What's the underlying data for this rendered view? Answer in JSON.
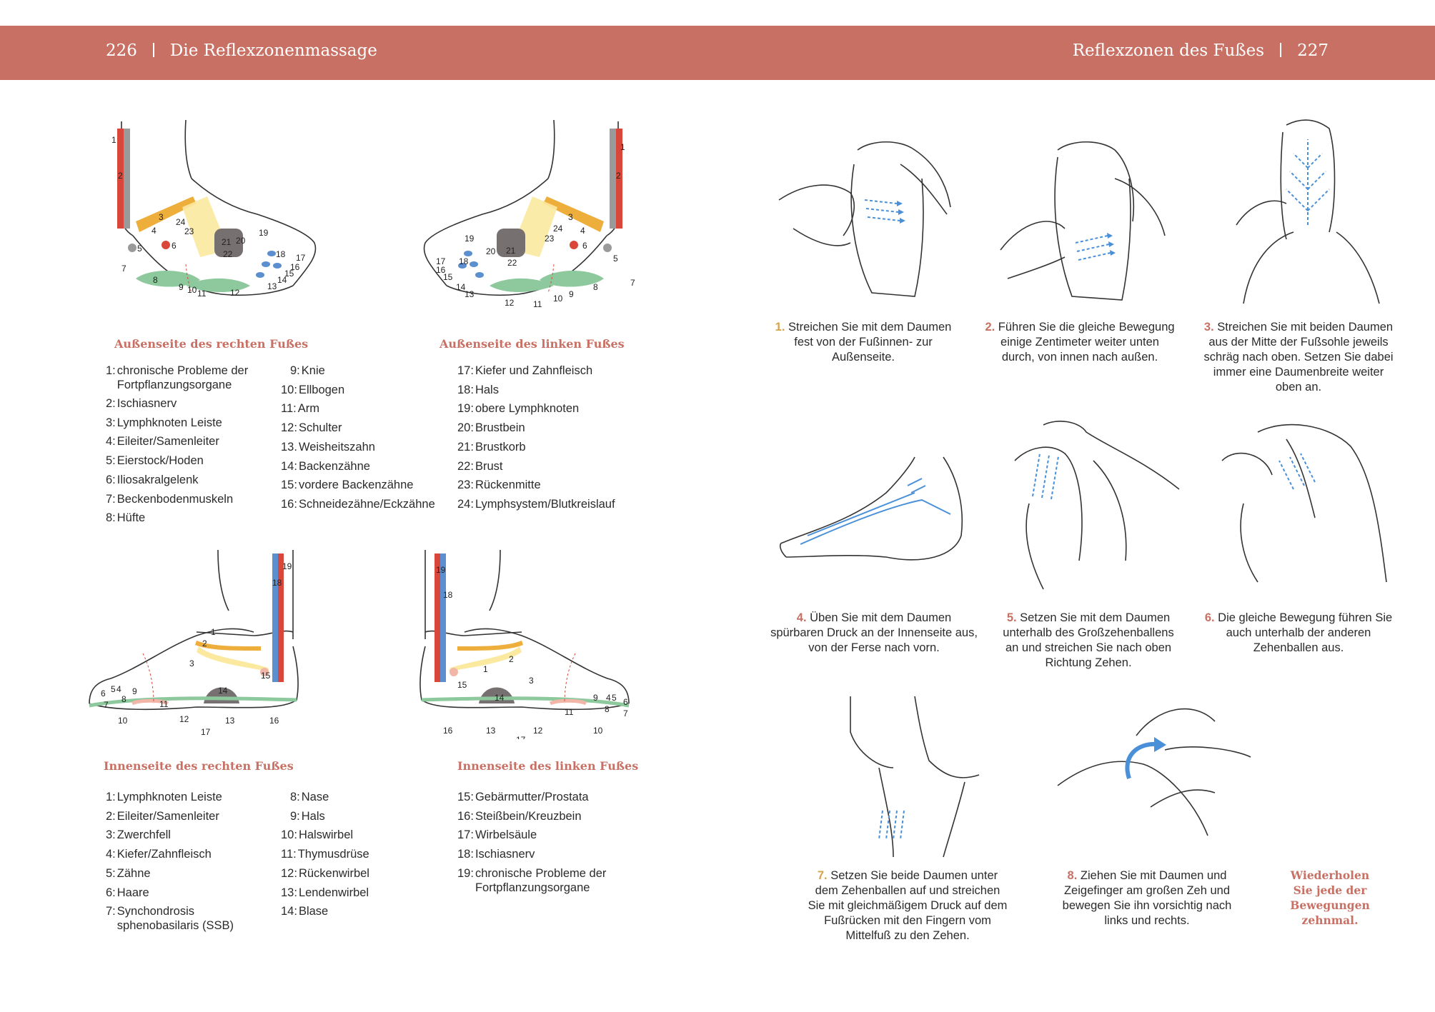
{
  "header": {
    "left_page": "226",
    "left_title": "Die Reflexzonenmassage",
    "right_title": "Reflexzonen des Fußes",
    "right_page": "227"
  },
  "outer": {
    "right_foot": {
      "title": "Außenseite des rechten Fußes",
      "col1": [
        {
          "n": "1:",
          "t": "chronische Probleme der Fortpflanzungsorgane"
        },
        {
          "n": "2:",
          "t": "Ischiasnerv"
        },
        {
          "n": "3:",
          "t": "Lymphknoten Leiste"
        },
        {
          "n": "4:",
          "t": "Eileiter/Samenleiter"
        },
        {
          "n": "5:",
          "t": "Eierstock/Hoden"
        },
        {
          "n": "6:",
          "t": "Iliosakralgelenk"
        },
        {
          "n": "7:",
          "t": "Beckenbodenmuskeln"
        },
        {
          "n": "8:",
          "t": "Hüfte"
        }
      ],
      "col2": [
        {
          "n": "9:",
          "t": "Knie"
        },
        {
          "n": "10:",
          "t": "Ellbogen"
        },
        {
          "n": "11:",
          "t": "Arm"
        },
        {
          "n": "12:",
          "t": "Schulter"
        },
        {
          "n": "13.",
          "t": "Weisheitszahn"
        },
        {
          "n": "14:",
          "t": "Backenzähne"
        },
        {
          "n": "15:",
          "t": "vordere Backenzähne"
        },
        {
          "n": "16:",
          "t": "Schneidezähne/Eckzähne"
        }
      ]
    },
    "left_foot": {
      "title": "Außenseite des linken Fußes",
      "col": [
        {
          "n": "17:",
          "t": "Kiefer und Zahnfleisch"
        },
        {
          "n": "18:",
          "t": "Hals"
        },
        {
          "n": "19:",
          "t": "obere Lymphknoten"
        },
        {
          "n": "20:",
          "t": "Brustbein"
        },
        {
          "n": "21:",
          "t": "Brustkorb"
        },
        {
          "n": "22:",
          "t": "Brust"
        },
        {
          "n": "23:",
          "t": "Rückenmitte"
        },
        {
          "n": "24:",
          "t": "Lymphsystem/Blutkreislauf"
        }
      ]
    }
  },
  "inner": {
    "right_foot": {
      "title": "Innenseite des rechten Fußes",
      "col1": [
        {
          "n": "1:",
          "t": "Lymphknoten Leiste"
        },
        {
          "n": "2:",
          "t": "Eileiter/Samenleiter"
        },
        {
          "n": "3:",
          "t": "Zwerchfell"
        },
        {
          "n": "4:",
          "t": "Kiefer/Zahnfleisch"
        },
        {
          "n": "5:",
          "t": "Zähne"
        },
        {
          "n": "6:",
          "t": "Haare"
        },
        {
          "n": "7:",
          "t": "Synchondrosis sphenobasilaris (SSB)"
        }
      ],
      "col2": [
        {
          "n": "8:",
          "t": "Nase"
        },
        {
          "n": "9:",
          "t": "Hals"
        },
        {
          "n": "10:",
          "t": "Halswirbel"
        },
        {
          "n": "11:",
          "t": "Thymusdrüse"
        },
        {
          "n": "12:",
          "t": "Rückenwirbel"
        },
        {
          "n": "13:",
          "t": "Lendenwirbel"
        },
        {
          "n": "14:",
          "t": "Blase"
        }
      ]
    },
    "left_foot": {
      "title": "Innenseite des linken Fußes",
      "col": [
        {
          "n": "15:",
          "t": "Gebärmutter/Prostata"
        },
        {
          "n": "16:",
          "t": "Steißbein/Kreuzbein"
        },
        {
          "n": "17:",
          "t": "Wirbelsäule"
        },
        {
          "n": "18:",
          "t": "Ischiasnerv"
        },
        {
          "n": "19:",
          "t": "chronische Probleme der Fortpflanzungsorgane"
        }
      ]
    }
  },
  "diagram_labels": {
    "outer_right": [
      "1",
      "2",
      "3",
      "4",
      "5",
      "6",
      "7",
      "8",
      "9",
      "10",
      "11",
      "12",
      "13",
      "14",
      "15",
      "16",
      "17",
      "18",
      "19",
      "20",
      "21",
      "22",
      "23",
      "24"
    ],
    "outer_left": [
      "1",
      "2",
      "3",
      "4",
      "5",
      "6",
      "7",
      "8",
      "9",
      "10",
      "11",
      "12",
      "13",
      "14",
      "15",
      "16",
      "17",
      "18",
      "19",
      "20",
      "21",
      "22",
      "23",
      "24"
    ],
    "inner_right": [
      "1",
      "2",
      "3",
      "4",
      "5",
      "6",
      "7",
      "8",
      "9",
      "10",
      "11",
      "12",
      "13",
      "14",
      "15",
      "16",
      "17",
      "18",
      "19"
    ],
    "inner_left": [
      "1",
      "2",
      "3",
      "4",
      "5",
      "6",
      "7",
      "8",
      "9",
      "10",
      "11",
      "12",
      "13",
      "14",
      "15",
      "16",
      "17",
      "18",
      "19"
    ]
  },
  "steps": [
    {
      "num": "1.",
      "text": "Streichen Sie mit dem Daumen fest von der Fußinnen- zur Außenseite."
    },
    {
      "num": "2.",
      "text": "Führen Sie die gleiche Bewegung einige Zentimeter weiter unten durch, von innen nach außen."
    },
    {
      "num": "3.",
      "text": "Streichen Sie mit beiden Daumen aus der Mitte der Fußsohle jeweils schräg nach oben. Setzen Sie dabei immer eine Daumenbreite weiter oben an."
    },
    {
      "num": "4.",
      "text": "Üben Sie mit dem Daumen spürbaren Druck an der Innenseite aus, von der Ferse nach vorn."
    },
    {
      "num": "5.",
      "text": "Setzen Sie mit dem Daumen unterhalb des Großzehenballens an und streichen Sie nach oben Richtung Zehen."
    },
    {
      "num": "6.",
      "text": "Die gleiche Bewegung führen Sie auch unterhalb der anderen Zehenballen aus."
    },
    {
      "num": "7.",
      "text": "Setzen Sie beide Daumen unter dem Zehenballen auf und streichen Sie mit gleichmäßigem Druck auf dem Fußrücken mit den Fingern vom Mittelfuß zu den Zehen."
    },
    {
      "num": "8.",
      "text": "Ziehen Sie mit Daumen und Zeigefinger am großen Zeh und bewegen Sie ihn vorsichtig nach links und rechts."
    }
  ],
  "repeat_note": "Wiederholen Sie jede der Bewegungen zehnmal.",
  "colors": {
    "accent": "#c97064",
    "red_zone": "#d9473a",
    "grey_zone": "#9a9a9a",
    "orange_zone": "#eeae3b",
    "yellow_zone": "#fbe9a0",
    "green_zone": "#8ec99e",
    "blue_zone": "#5b8fd0",
    "arrow_blue": "#4a90d9",
    "dark_zone": "#777070",
    "pink_zone": "#f2b6a8"
  }
}
